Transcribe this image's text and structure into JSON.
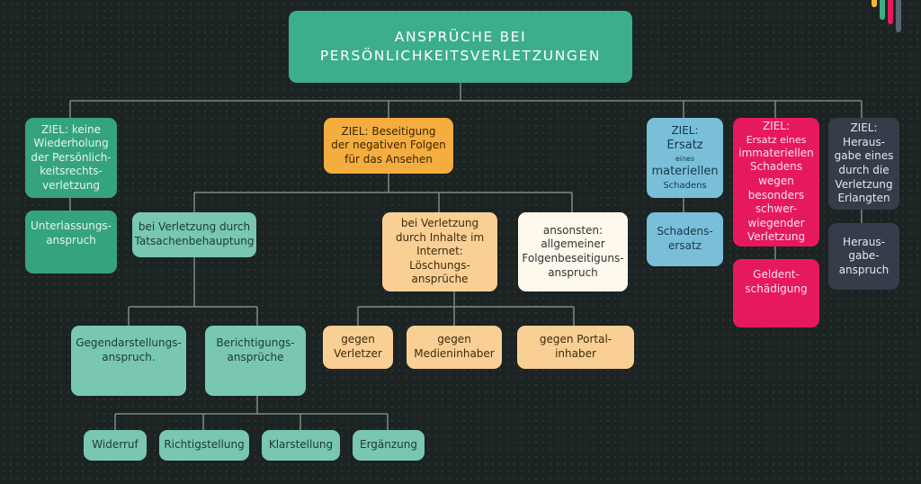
{
  "title": [
    "ANSPRÜCHE BEI",
    "PERSÖNLICHKEITSVERLETZUNGEN"
  ],
  "goals": {
    "unterlassung": [
      "ZIEL: keine",
      "Wiederholung",
      "der Persönlich-",
      "keitsrechts-",
      "verletzung"
    ],
    "beseitigung": [
      "ZIEL: Beseitigung",
      "der negativen Folgen",
      "für das Ansehen"
    ],
    "materiell": [
      "ZIEL:",
      "Ersatz",
      "eines",
      "materiellen",
      "Schadens"
    ],
    "immateriell": [
      "ZIEL:",
      "Ersatz eines",
      "immateriellen",
      "Schadens",
      "wegen",
      "besonders",
      "schwer-",
      "wiegender",
      "Verletzung"
    ],
    "herausgabe": [
      "ZIEL:",
      "Heraus-",
      "gabe eines",
      "durch die",
      "Verletzung",
      "Erlangten"
    ]
  },
  "claims": {
    "unterlassung": [
      "Unterlassungs-",
      "anspruch"
    ],
    "schadensersatz": [
      "Schadens-",
      "ersatz"
    ],
    "geldentschaedigung": [
      "Geldent-",
      "schädigung"
    ],
    "herausgabe": [
      "Heraus-",
      "gabe-",
      "anspruch"
    ]
  },
  "beseitigung_branches": {
    "tatsachen": [
      "bei Verletzung durch",
      "Tatsachenbehauptung"
    ],
    "internet": [
      "bei Verletzung",
      "durch Inhalte im",
      "Internet: Löschungs-",
      "ansprüche"
    ],
    "ansonsten": [
      "ansonsten:",
      "allgemeiner",
      "Folgenbeseitiguns-",
      "anspruch"
    ]
  },
  "tatsachen_children": {
    "gegendarstellung": [
      "Gegendarstellungs-",
      "anspruch."
    ],
    "berichtigung": [
      "Berichtigungs-",
      "ansprüche"
    ]
  },
  "internet_children": {
    "verletzer": [
      "gegen",
      "Verletzer"
    ],
    "medieninhaber": [
      "gegen",
      "Medieninhaber"
    ],
    "portalinhaber": [
      "gegen Portal-",
      "inhaber"
    ]
  },
  "berichtigung_children": [
    "Widerruf",
    "Richtigstellung",
    "Klarstellung",
    "Ergänzung"
  ],
  "colors": {
    "background": "#1c2323",
    "connector": "#7d8b88",
    "green": "#36a37f",
    "mint": "#79c7b0",
    "orange": "#f5ad3f",
    "peach": "#f9cf95",
    "cream": "#fff8ec",
    "blue": "#79bfd9",
    "pink": "#e6195d",
    "slate": "#353d4a"
  }
}
